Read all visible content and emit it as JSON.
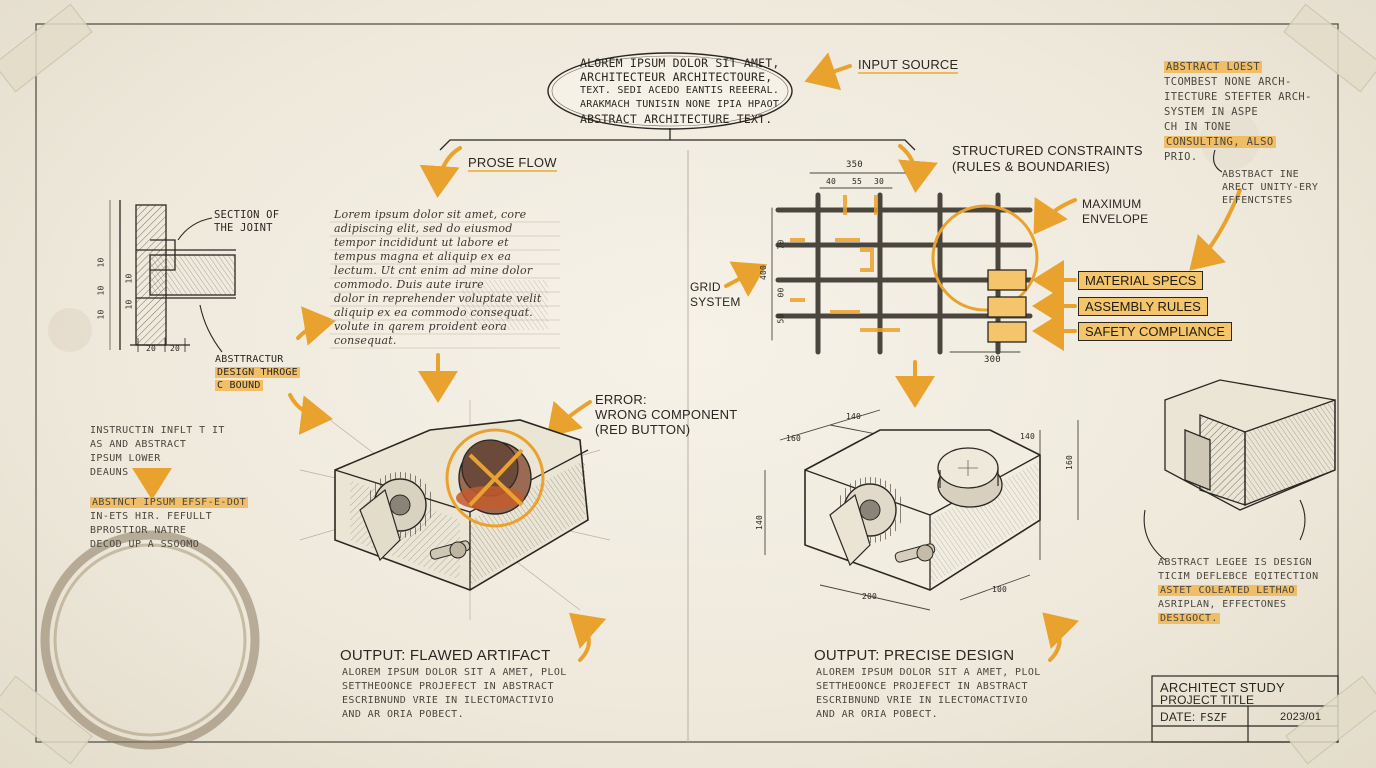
{
  "input_source": {
    "label": "INPUT SOURCE",
    "text_lines": [
      "ALOREM IPSUM DOLOR SIT AMET,",
      "ARCHITECTEUR ARCHITECTOURE,",
      "TEXT. SEDI ACEDO EANTIS REEERAL.",
      "ARAKMACH TUNISIN NONE IPIA HPAOT",
      "ABSTRACT ARCHITECTURE TEXT."
    ]
  },
  "prose_flow": {
    "label": "PROSE FLOW",
    "lines": [
      "Lorem ipsum dolor sit amet, core",
      "adipiscing elit, sed do eiusmod",
      "tempor incididunt ut labore et",
      "tempus magna et aliquip ex ea",
      "lectum. Ut cnt enim ad mine dolor",
      "commodo. Duis aute irure",
      "dolor in reprehender voluptate velit",
      "aliquip ex ea commodo consequat.",
      "volute in qarem proident eora",
      "consequat."
    ]
  },
  "section_joint": {
    "label_lines": [
      "SECTION OF",
      "THE JOINT"
    ],
    "dims": [
      "10",
      "10",
      "10",
      "10",
      "10",
      "20",
      "20"
    ],
    "abstract_lines": [
      "ABSTTRACTUR",
      "DESIGN THROGE",
      "C BOUND"
    ]
  },
  "instructions": {
    "block1": [
      "INSTRUCTIN INFLT T IT",
      "AS AND ABSTRACT",
      "IPSUM LOWER",
      "DEAUNS"
    ],
    "block2": [
      "ABSTNCT IPSUM EFSF-E-DOT",
      "IN-ETS HIR. FEFULLT",
      "BPROSTIOR NATRE",
      "DECOD UP A SSOOMO"
    ]
  },
  "structured_constraints": {
    "label_lines": [
      "STRUCTURED CONSTRAINTS",
      "(RULES & BOUNDARIES)"
    ],
    "dim_top": "350",
    "dims_sub": [
      "40",
      "55",
      "30"
    ],
    "dims_left": [
      "400",
      "70",
      "00",
      "50"
    ],
    "dim_bottom": "300",
    "grid_system": [
      "GRID",
      "SYSTEM"
    ],
    "max_envelope": [
      "MAXIMUM",
      "ENVELOPE"
    ],
    "specs": [
      "MATERIAL SPECS",
      "ASSEMBLY RULES",
      "SAFETY COMPLIANCE"
    ]
  },
  "abstract_note": {
    "lines": [
      "ABSTRACT LOEST",
      "TCOMBEST NONE ARCH-",
      "ITECTURE STEFTER ARCH-",
      "SYSTEM IN ASPE",
      "CH IN TONE",
      "CONSULTING, ALSO",
      "PRIO."
    ]
  },
  "abstract_note2": {
    "lines": [
      "ABSTBACT INE",
      "ARECT UNITY-ERY",
      "EFFENCTSTES"
    ]
  },
  "flawed": {
    "error_lines": [
      "ERROR:",
      "WRONG COMPONENT",
      "(RED BUTTON)"
    ],
    "output_title": "OUTPUT: FLAWED ARTIFACT",
    "caption_lines": [
      "ALOREM IPSUM DOLOR SIT A AMET, PLOL",
      "SETTHEOONCE PROJEFECT IN ABSTRACT",
      "ESCRIBNUND VRIE IN ILECTOMACTIVIO",
      "AND AR ORIA POBECT."
    ]
  },
  "precise": {
    "output_title": "OUTPUT: PRECISE DESIGN",
    "dims": [
      "160",
      "140",
      "140",
      "160",
      "140",
      "200",
      "100"
    ],
    "caption_lines": [
      "ALOREM IPSUM DOLOR SIT A AMET, PLOL",
      "SETTHEOONCE PROJEFECT IN ABSTRACT",
      "ESCRIBNUND VRIE IN ILECTOMACTIVIO",
      "AND AR ORIA POBECT."
    ]
  },
  "detail_note": {
    "lines": [
      "ABSTRACT LEGEE IS DESIGN",
      "TICIM DEFLEBCE EQITECTION",
      "ASTET COLEATED LETHAO",
      "ASRIPLAN, EFFECTONES",
      "DESIGOCT."
    ]
  },
  "title_block": {
    "line1": "ARCHITECT STUDY",
    "line2": "PROJECT TITLE",
    "date_label": "DATE:",
    "date_value": "FSZF",
    "year": "2023/01"
  },
  "colors": {
    "ink": "#2a2722",
    "accent": "#eaa22e",
    "highlight": "#f4c56a",
    "paper": "#f3efe4"
  }
}
